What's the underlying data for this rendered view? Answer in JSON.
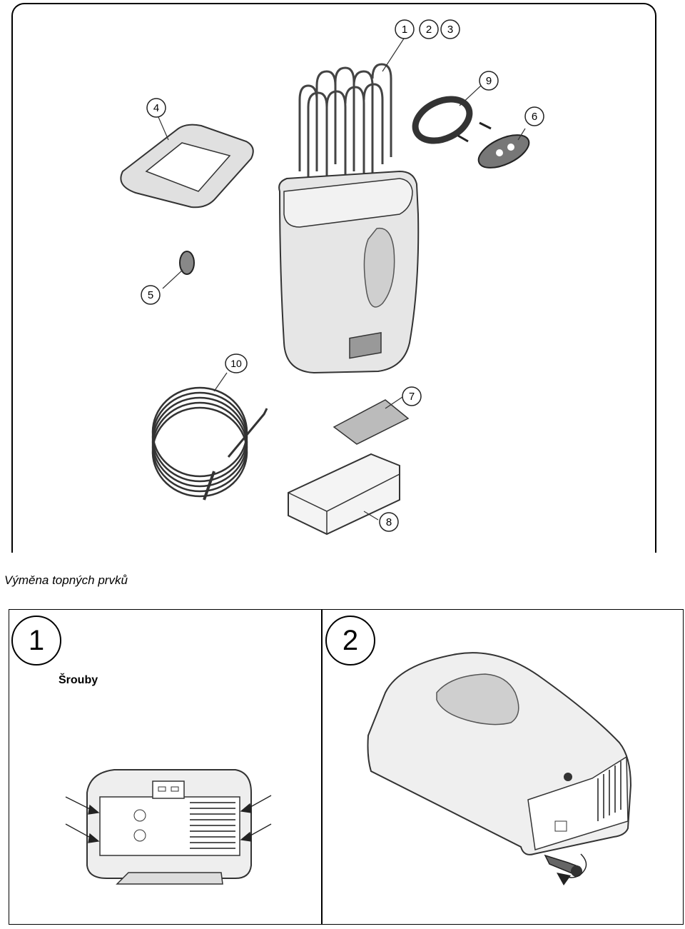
{
  "diagram": {
    "callouts": [
      "1",
      "2",
      "3",
      "4",
      "5",
      "6",
      "7",
      "8",
      "9",
      "10"
    ]
  },
  "section": {
    "title": "Výměna topných prvků"
  },
  "steps": [
    {
      "number": "1",
      "label": "Šrouby"
    },
    {
      "number": "2"
    }
  ]
}
